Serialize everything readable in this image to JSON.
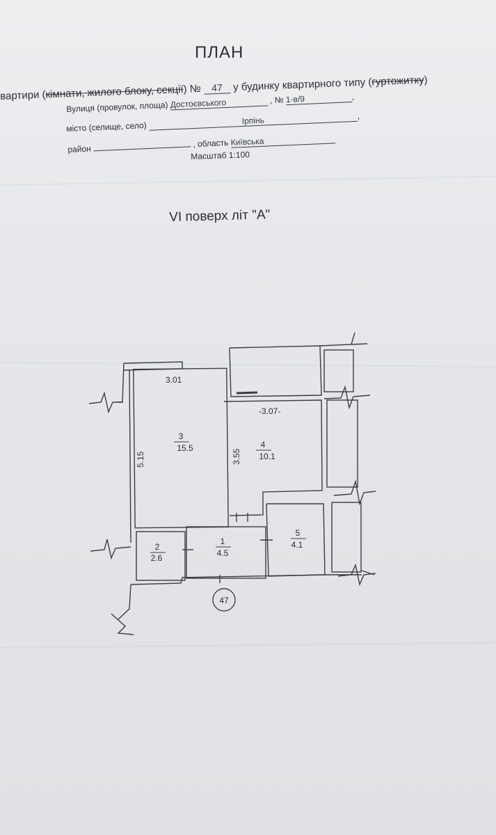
{
  "header": {
    "title": "ПЛАН",
    "line1": {
      "prefix": "вартири (",
      "struck": "кімнати, жилого блоку, секції",
      "suffix": ") №",
      "number": "47",
      "building_type": "у будинку квартирного типу (",
      "building_struck": "гуртожитку",
      "building_end": ")"
    },
    "street_label": "Вулиця (провулок, площа)",
    "street_value": "Достоєвського",
    "number_label": ", №",
    "number_value": "1-в/9",
    "comma1": ",",
    "city_label": "місто (селище, село)",
    "city_value": "Ірпінь",
    "comma2": ",",
    "district_label": "район",
    "region_label": ", область",
    "region_value": "Київська",
    "scale": "Масштаб  1:100"
  },
  "floor_label": "VI поверх  літ \"А\"",
  "plan": {
    "dimensions": {
      "top_room3": "3.01",
      "left_room3": "5.15",
      "left_room4": "3.55",
      "top_room4": "-3.07-"
    },
    "rooms": [
      {
        "number": "3",
        "area": "15.5"
      },
      {
        "number": "4",
        "area": "10.1"
      },
      {
        "number": "2",
        "area": "2.6"
      },
      {
        "number": "1",
        "area": "4.5"
      },
      {
        "number": "5",
        "area": "4.1"
      }
    ],
    "apartment_number": "47"
  }
}
